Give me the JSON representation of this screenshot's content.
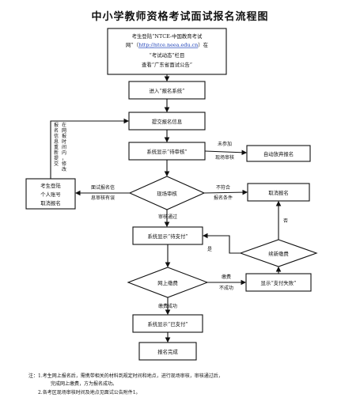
{
  "title": "中小学教师资格考试面试报名流程图",
  "nodes": {
    "login": {
      "line1": "考生登陆“NTCE-中国教育考试",
      "line2a": "网”（",
      "link": "http://ntce.neea.edu.cn",
      "line2b": "）在",
      "line3": "“考试动态”栏目",
      "line4": "查看“广东省面试公告”"
    },
    "enter_system": "进入“报名系统”",
    "submit_info": "提交报名信息",
    "show_pending": "系统显示“待审核”",
    "auto_abandon": "自动放弃报名",
    "onsite_review": "现场审核",
    "cancel_reg": "取消报名",
    "candidate_login": [
      "考生登陆",
      "个人账号",
      "取消报名"
    ],
    "show_pending_pay": "系统显示“待支付”",
    "repay": "续新缴费",
    "online_pay": "网上缴费",
    "pay_failed": "显示“支付失败”",
    "show_paid": "系统显示“已支付”",
    "complete": "报名完成"
  },
  "edge_labels": {
    "modify_vertical": [
      "在",
      "网",
      "报",
      "时",
      "间",
      "内",
      "，",
      "修",
      "改"
    ],
    "modify_vertical2": [
      "报",
      "名",
      "信",
      "息",
      "重",
      "新",
      "提",
      "交"
    ],
    "not_onsite": [
      "未参加",
      "现场审核"
    ],
    "review_pass_neg": [
      "面试报名信",
      "息审核有误"
    ],
    "not_qualified": [
      "不符合",
      "报名条件"
    ],
    "review_pass": "审核通过",
    "no": "否",
    "yes": "是",
    "pay_fail": [
      "缴费",
      "不成功"
    ],
    "pay_success": "缴费成功"
  },
  "notes": [
    "注：1.考生网上报名后，需携带相关的材料到规定时间和地点，进行现场审核，审核通过后，",
    "完成网上缴费，方为报名成功。",
    "2.各考区现场审核时间及地点见面试公告附件1。"
  ]
}
